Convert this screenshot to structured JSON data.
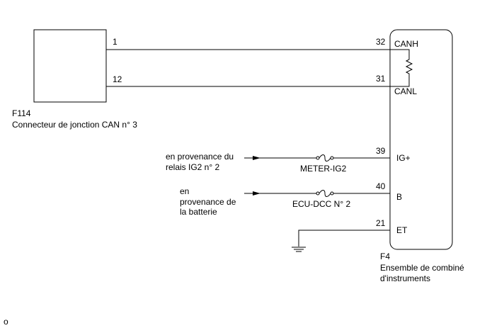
{
  "connector_f114": {
    "code": "F114",
    "name": "Connecteur de jonction CAN n° 3",
    "pins": {
      "canh": "1",
      "canl": "12"
    }
  },
  "cluster_f4": {
    "code": "F4",
    "name_line1": "Ensemble de combiné",
    "name_line2": "d'instruments",
    "pins": {
      "canh": {
        "number": "32",
        "label": "CANH"
      },
      "canl": {
        "number": "31",
        "label": "CANL"
      },
      "ig": {
        "number": "39",
        "label": "IG+"
      },
      "b": {
        "number": "40",
        "label": "B"
      },
      "et": {
        "number": "21",
        "label": "ET"
      }
    }
  },
  "sources": {
    "ig2_line1": "en provenance du",
    "ig2_line2": "relais IG2 n° 2",
    "battery_line1": "en",
    "battery_line2": "provenance de",
    "battery_line3": "la batterie"
  },
  "fuses": {
    "meter_ig2": "METER-IG2",
    "ecu_dcc": "ECU-DCC N° 2"
  },
  "footer_mark": "o"
}
